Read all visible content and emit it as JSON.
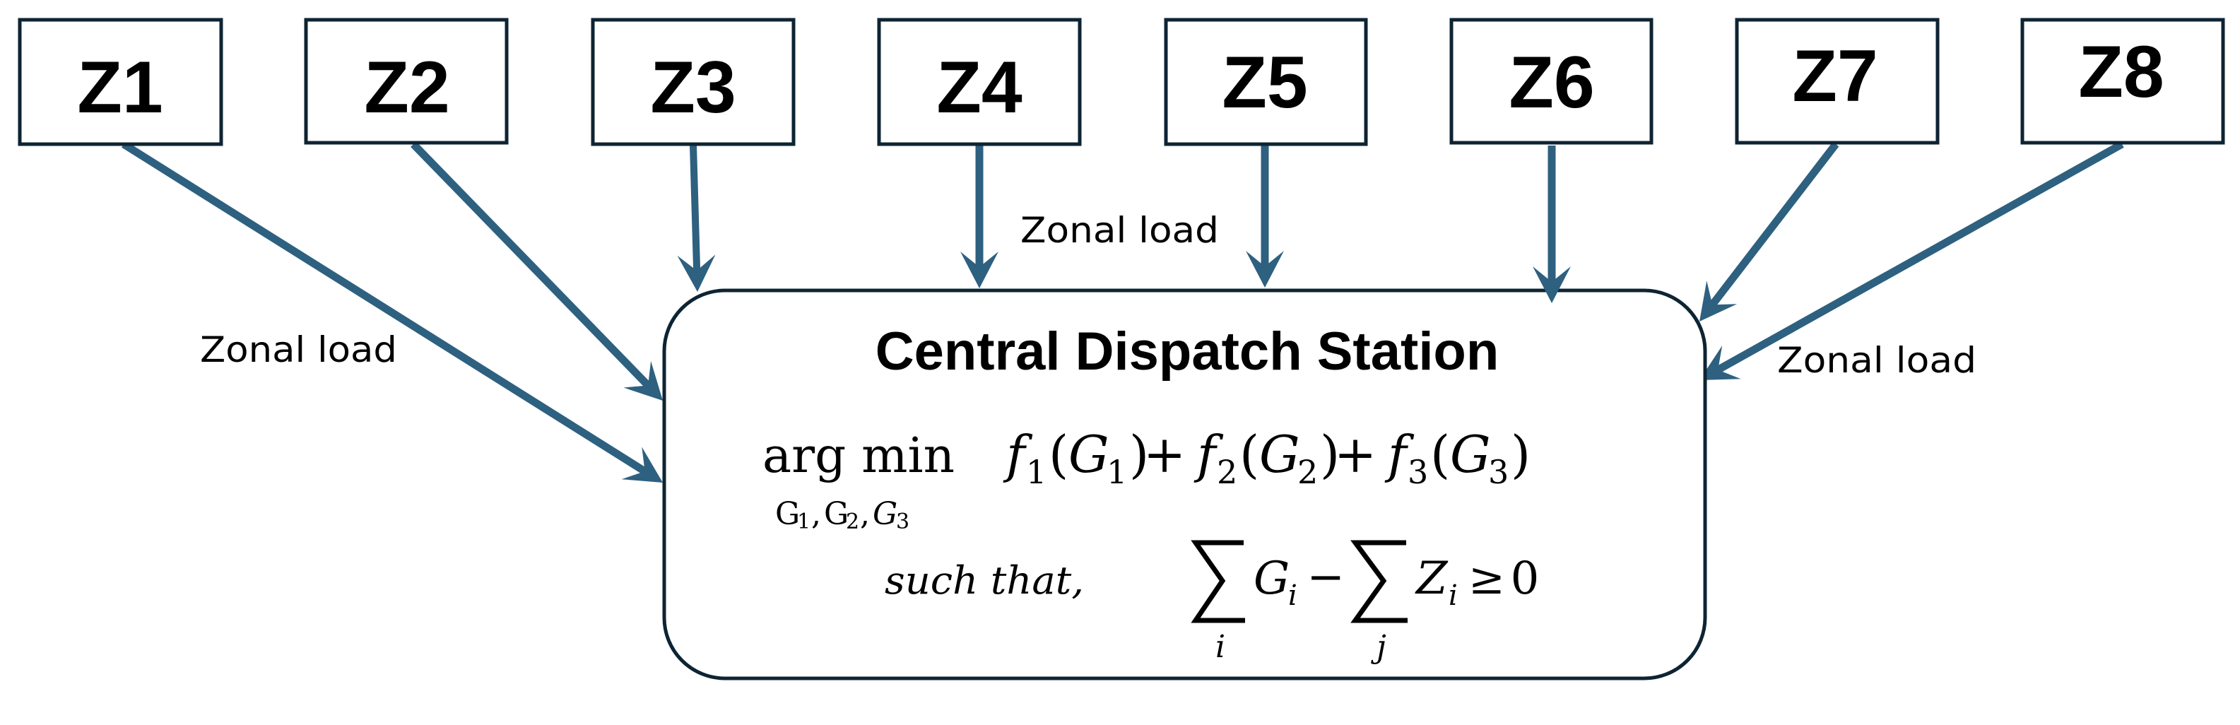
{
  "colors": {
    "arrow": "#2e6080",
    "box_border": "#0e2433",
    "text": "#000000",
    "background": "#ffffff"
  },
  "zones": [
    {
      "id": "Z1",
      "label": "Z1"
    },
    {
      "id": "Z2",
      "label": "Z2"
    },
    {
      "id": "Z3",
      "label": "Z3"
    },
    {
      "id": "Z4",
      "label": "Z4"
    },
    {
      "id": "Z5",
      "label": "Z5"
    },
    {
      "id": "Z6",
      "label": "Z6"
    },
    {
      "id": "Z7",
      "label": "Z7"
    },
    {
      "id": "Z8",
      "label": "Z8"
    }
  ],
  "edges": [
    {
      "from": "Z1",
      "to": "central"
    },
    {
      "from": "Z2",
      "to": "central"
    },
    {
      "from": "Z3",
      "to": "central"
    },
    {
      "from": "Z4",
      "to": "central"
    },
    {
      "from": "Z5",
      "to": "central"
    },
    {
      "from": "Z6",
      "to": "central"
    },
    {
      "from": "Z7",
      "to": "central"
    },
    {
      "from": "Z8",
      "to": "central"
    }
  ],
  "edge_labels": {
    "left": "Zonal load",
    "top": "Zonal load",
    "right": "Zonal load"
  },
  "central": {
    "title": "Central Dispatch Station",
    "objective": {
      "operator": "arg min",
      "variables": {
        "g1": "G",
        "g1_sub": "1",
        "sep1": ",",
        "g2": "G",
        "g2_sub": "2",
        "sep2": ",",
        "g3": "G",
        "g3_sub": "3"
      },
      "terms": [
        {
          "f": "f",
          "f_sub": "1",
          "open": "(",
          "g": "G",
          "g_sub": "1",
          "close": ")"
        },
        {
          "f": "f",
          "f_sub": "2",
          "open": "(",
          "g": "G",
          "g_sub": "2",
          "close": ")"
        },
        {
          "f": "f",
          "f_sub": "3",
          "open": "(",
          "g": "G",
          "g_sub": "3",
          "close": ")"
        }
      ],
      "plus": "+"
    },
    "constraint": {
      "prefix": "such that,",
      "sum_symbol": "∑",
      "sum1_index": "i",
      "term1": "G",
      "term1_sub": "i",
      "minus": "−",
      "sum2_index": "j",
      "term2": "Z",
      "term2_sub": "i",
      "relation": "≥",
      "rhs": "0"
    }
  }
}
